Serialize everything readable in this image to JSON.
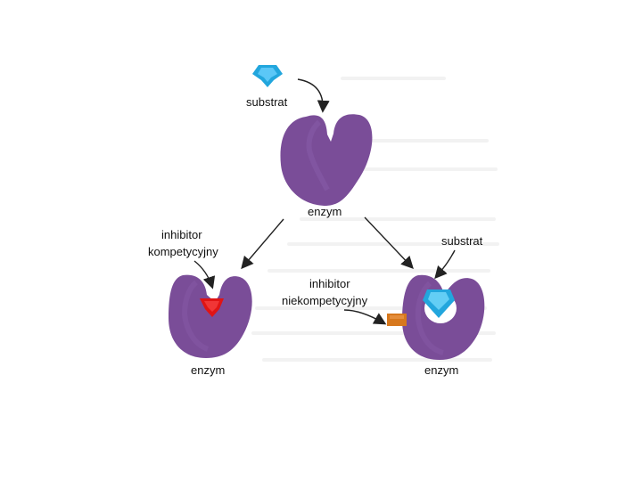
{
  "labels": {
    "top_substrate": "substrat",
    "top_enzyme": "enzym",
    "left_inhibitor_line1": "inhibitor",
    "left_inhibitor_line2": "kompetycyjny",
    "left_enzyme": "enzym",
    "right_substrate": "substrat",
    "right_inhibitor_line1": "inhibitor",
    "right_inhibitor_line2": "niekompetycyjny",
    "right_enzyme": "enzym"
  },
  "colors": {
    "enzyme": "#7a4d98",
    "substrate": "#22a6dd",
    "competitive_inhibitor": "#e01414",
    "noncompetitive_inhibitor": "#d7781d",
    "arrow": "#222222"
  }
}
